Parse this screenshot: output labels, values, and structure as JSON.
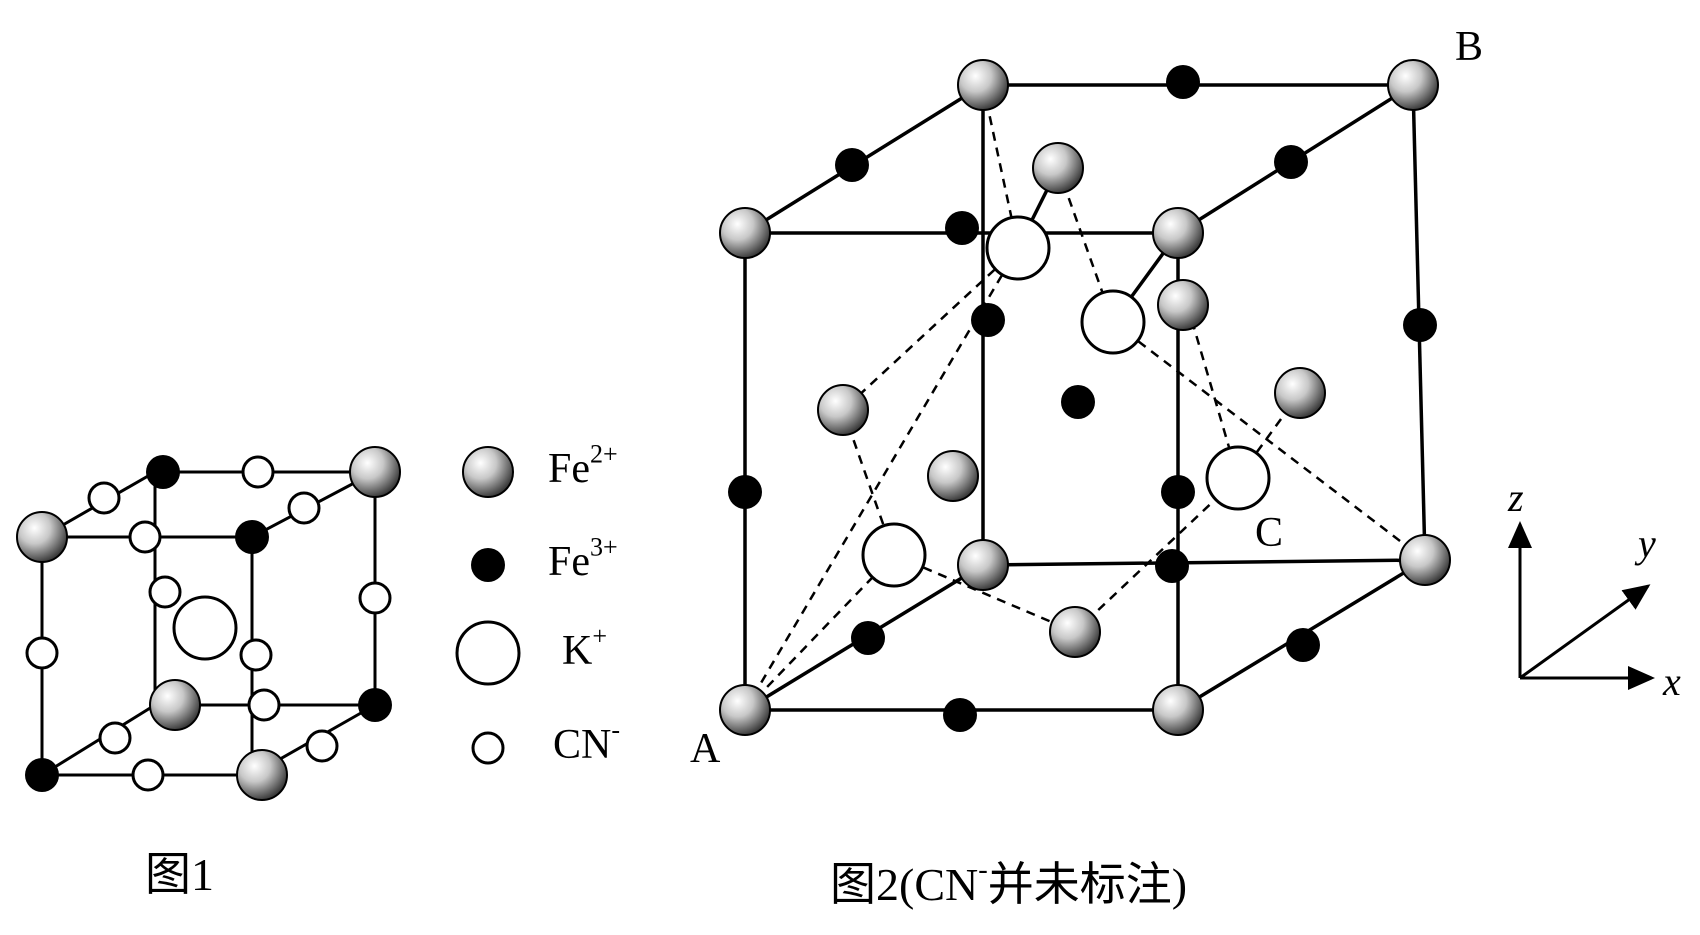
{
  "legend": {
    "fe2_base": "Fe",
    "fe2_sup": "2+",
    "fe3_base": "Fe",
    "fe3_sup": "3+",
    "k_base": "K",
    "k_sup": "+",
    "cn_base": "CN",
    "cn_sup": "-"
  },
  "figure1": {
    "caption": "图1"
  },
  "figure2": {
    "caption_a": "图2(CN",
    "caption_sup": "-",
    "caption_b": "并未标注)",
    "point_a": "A",
    "point_b": "B",
    "point_c": "C"
  },
  "axes": {
    "x": "x",
    "y": "y",
    "z": "z"
  }
}
